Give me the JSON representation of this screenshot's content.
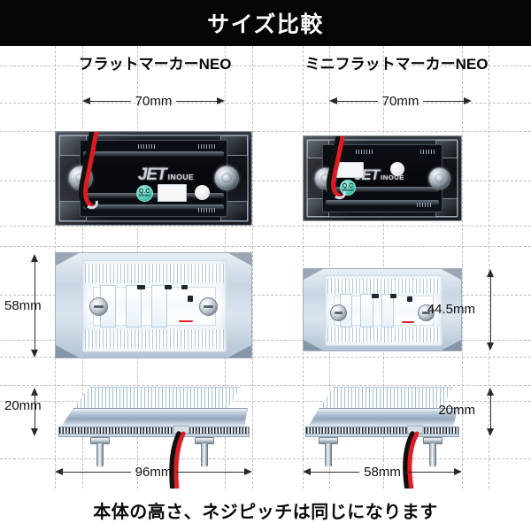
{
  "header": {
    "title": "サイズ比較"
  },
  "footer": {
    "caption": "本体の高さ、ネジピッチは同じになります"
  },
  "columns": [
    {
      "id": "flat-marker-neo",
      "title": "フラットマーカーNEO",
      "dimensions": {
        "top_width": "70mm",
        "front_height": "58mm",
        "side_height": "20mm",
        "side_width": "96mm"
      },
      "branding": {
        "logo": "JET",
        "logo_sub": "INOUE",
        "qc_main": "Q.C",
        "qc_sub": "PASSED"
      }
    },
    {
      "id": "mini-flat-marker-neo",
      "title": "ミニフラットマーカーNEO",
      "dimensions": {
        "top_width": "70mm",
        "front_height": "44.5mm",
        "side_height": "20mm",
        "side_width": "58mm"
      },
      "branding": {
        "logo": "JET",
        "logo_sub": "INOUE",
        "qc_main": "Q.C",
        "qc_sub": "PASSED"
      }
    }
  ],
  "colors": {
    "header_bg": "#050505",
    "header_text": "#ffffff",
    "page_bg": "#ffffff",
    "grid_line": "#bdbdbd",
    "dim_line": "#2a2a2a",
    "wire_red": "#e01b22",
    "wire_black": "#111111",
    "qc_sticker": "#4fcfba",
    "chrome": "#c9d6e3"
  }
}
